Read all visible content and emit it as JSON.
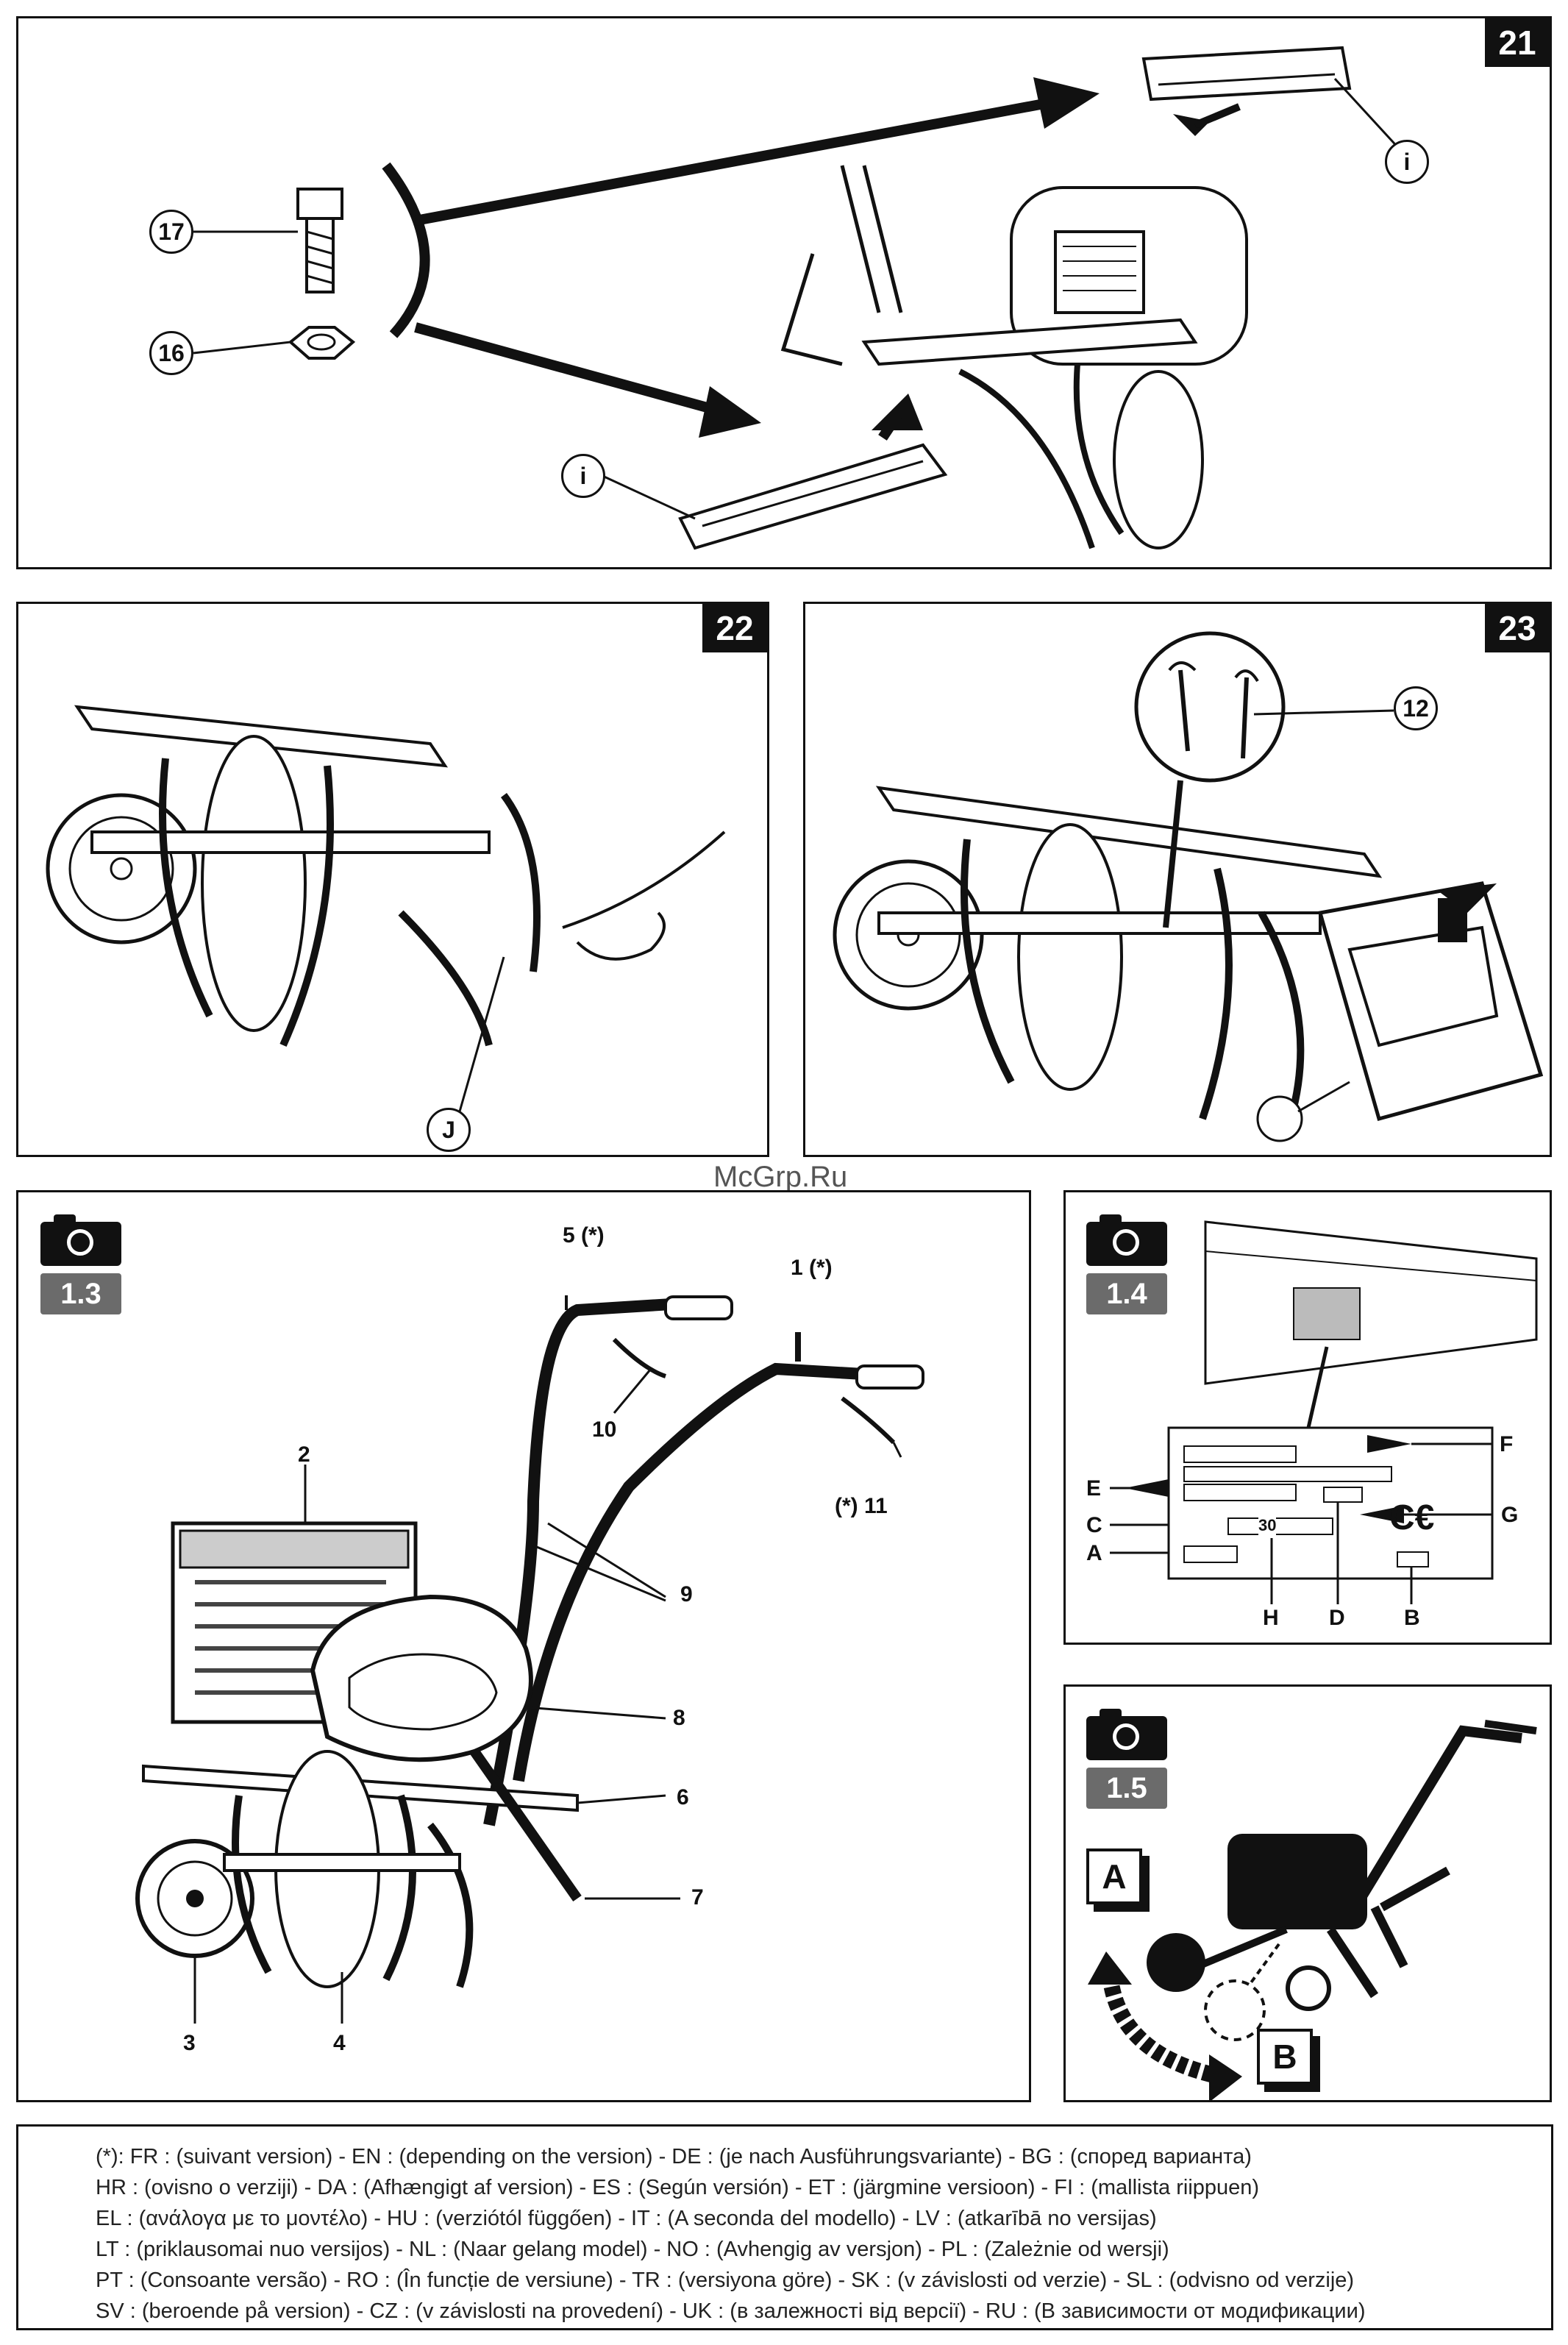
{
  "watermark": "McGrp.Ru",
  "figures": {
    "f21": {
      "number": "21",
      "callouts": [
        "17",
        "16",
        "i",
        "i"
      ]
    },
    "f22": {
      "number": "22",
      "callouts": [
        "J"
      ]
    },
    "f23": {
      "number": "23",
      "callouts": [
        "12"
      ]
    },
    "f13": {
      "ref": "1.3",
      "labels": {
        "l5": "5 (*)",
        "l1": "1 (*)",
        "l10": "10",
        "l11": "(*) 11",
        "l2": "2",
        "l9": "9",
        "l8": "8",
        "l6": "6",
        "l7": "7",
        "l3": "3",
        "l4": "4"
      }
    },
    "f14": {
      "ref": "1.4",
      "labels": {
        "F": "F",
        "E": "E",
        "G": "G",
        "C": "C",
        "A": "A",
        "H": "H",
        "D": "D",
        "B": "B"
      },
      "plate_value": "30"
    },
    "f15": {
      "ref": "1.5",
      "box_a": "A",
      "box_b": "B"
    }
  },
  "footer": [
    "(*): FR : (suivant version) - EN : (depending on the version) - DE : (je nach Ausführungsvariante) - BG : (според варианта)",
    "HR : (ovisno o verziji) - DA : (Afhængigt af version) - ES : (Según versión) - ET : (järgmine versioon) - FI : (mallista riippuen)",
    "EL : (ανάλογα με το μοντέλο) - HU : (verziótól függően) - IT : (A seconda del modello) - LV : (atkarībā no versijas)",
    "LT : (priklausomai nuo versijos) - NL : (Naar gelang model) - NO : (Avhengig av versjon) - PL : (Zależnie od wersji)",
    "PT : (Consoante versão) - RO : (În funcție de versiune) - TR : (versiyona göre) - SK : (v závislosti od verzie) - SL : (odvisno od verzije)",
    "SV : (beroende på version) - CZ : (v závislosti na provedení) - UK : (в залежності від версії) - RU : (В зависимости от модификации)"
  ]
}
